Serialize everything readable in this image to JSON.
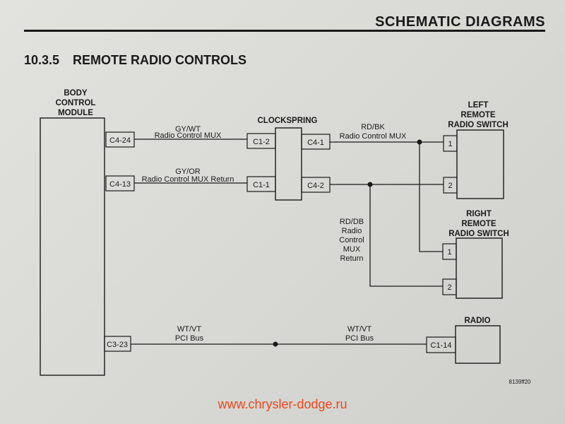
{
  "header": {
    "title": "SCHEMATIC DIAGRAMS",
    "section_number": "10.3.5",
    "section_title": "REMOTE RADIO CONTROLS"
  },
  "components": {
    "bcm": {
      "title_lines": [
        "BODY",
        "CONTROL",
        "MODULE"
      ]
    },
    "clockspring": {
      "title": "CLOCKSPRING"
    },
    "left_switch": {
      "title_lines": [
        "LEFT",
        "REMOTE",
        "RADIO SWITCH"
      ]
    },
    "right_switch": {
      "title_lines": [
        "RIGHT",
        "REMOTE",
        "RADIO SWITCH"
      ]
    },
    "radio": {
      "title": "RADIO"
    }
  },
  "connectors": {
    "bcm_c4_24": "C4-24",
    "bcm_c4_13": "C4-13",
    "bcm_c3_23": "C3-23",
    "cs_c1_2": "C1-2",
    "cs_c1_1": "C1-1",
    "cs_c4_1": "C4-1",
    "cs_c4_2": "C4-2",
    "left_pin1": "1",
    "left_pin2": "2",
    "right_pin1": "1",
    "right_pin2": "2",
    "radio_c1_14": "C1-14"
  },
  "wires": {
    "w1": {
      "color": "GY/WT",
      "desc": "Radio Control MUX"
    },
    "w2": {
      "color": "GY/OR",
      "desc": "Radio Control MUX Return"
    },
    "w3": {
      "color": "RD/BK",
      "desc": "Radio Control MUX"
    },
    "w4": {
      "lines": [
        "RD/DB",
        "Radio",
        "Control",
        "MUX",
        "Return"
      ]
    },
    "w5a": {
      "color": "WT/VT",
      "desc": "PCI Bus"
    },
    "w5b": {
      "color": "WT/VT",
      "desc": "PCI Bus"
    }
  },
  "figure_id": "8139ff20",
  "watermark": "www.chrysler-dodge.ru"
}
